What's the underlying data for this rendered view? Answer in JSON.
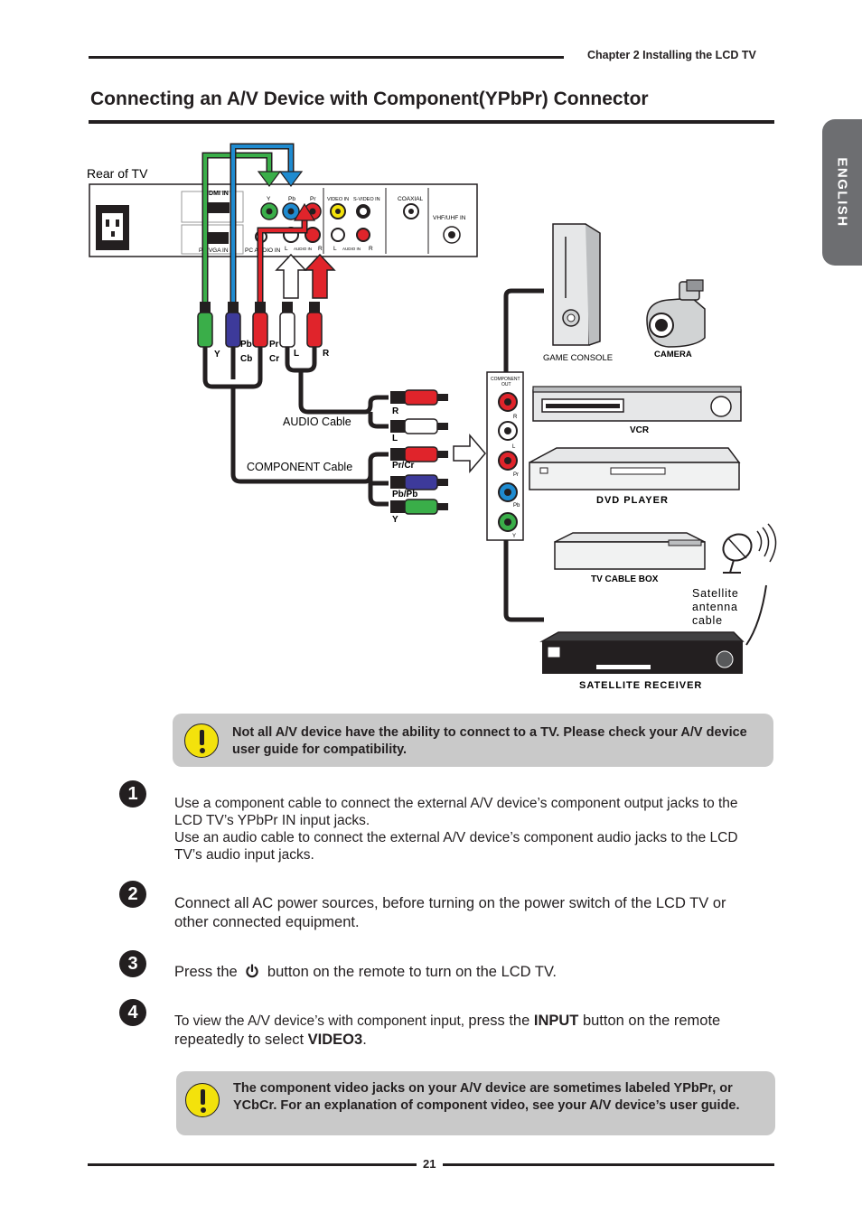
{
  "header": {
    "chapter": "Chapter 2 Installing the LCD TV"
  },
  "title": "Connecting an A/V Device with Component(YPbPr) Connector",
  "side_tab": "ENGLISH",
  "diagram": {
    "rear_label": "Rear of TV",
    "panel": {
      "hdmi": "HDMI IN",
      "y": "Y",
      "pb": "Pb",
      "pr": "Pr",
      "video_in": "VIDEO IN",
      "svideo_in": "S-VIDEO IN",
      "coaxial": "COAXIAL",
      "vhf": "VHF/UHF IN",
      "pc_vga": "PC/VGA IN",
      "pc_audio": "PC AUDIO IN",
      "l": "L",
      "r": "R",
      "audio_in": "AUDIO IN"
    },
    "plugs": {
      "y": "Y",
      "pb": "Pb",
      "cb": "Cb",
      "pr": "Pr",
      "cr": "Cr",
      "l": "L",
      "r": "R"
    },
    "audio_cable": "AUDIO Cable",
    "component_cable": "COMPONENT Cable",
    "cable_plugs": {
      "r": "R",
      "l": "L",
      "prcr": "Pr/Cr",
      "pbpb": "Pb/Pb",
      "y": "Y"
    },
    "comp_out": {
      "title1": "COMPONENT",
      "title2": "OUT",
      "r": "R",
      "l": "L",
      "pr": "Pr",
      "pb": "Pb",
      "y": "Y"
    },
    "devices": {
      "game_console": "GAME CONSOLE",
      "camera": "CAMERA",
      "vcr": "VCR",
      "dvd": "DVD PLAYER",
      "cable_box": "TV CABLE BOX",
      "sat1": "Satellite",
      "sat2": "antenna",
      "sat3": "cable",
      "sat_receiver": "SATELLITE RECEIVER"
    }
  },
  "note1": "Not all A/V device have the ability to connect to a TV.  Please check your A/V device user guide for compatibility.",
  "steps": [
    {
      "num": "1",
      "lines": [
        "Use a component cable to connect the external A/V device’s component output jacks to the LCD TV’s YPbPr IN input jacks.",
        "Use an audio cable to connect the external A/V device’s component audio jacks to the LCD TV’s audio input jacks."
      ]
    },
    {
      "num": "2",
      "text": "Connect all AC power sources, before turning on the power switch of the LCD TV or other connected equipment."
    },
    {
      "num": "3",
      "before": "Press the",
      "after": "button on the remote to turn on the LCD TV."
    },
    {
      "num": "4",
      "t1": "To view the A/V device’s with component input, ",
      "t2": "press the ",
      "bold1": "INPUT",
      "t3": " button on the remote repeatedly to select ",
      "bold2": "VIDEO3",
      "t4": "."
    }
  ],
  "note2": "The component video jacks on your A/V device are sometimes labeled YPbPr, or YCbCr.  For an explanation of component video, see your A/V device’s user guide.",
  "page_number": "21",
  "colors": {
    "green": "#3aae49",
    "blue": "#1f8bd0",
    "red": "#e0242b",
    "warn_yellow": "#f3e20c",
    "note_gray": "#c9c9c9",
    "tab_gray": "#6d6e71"
  }
}
